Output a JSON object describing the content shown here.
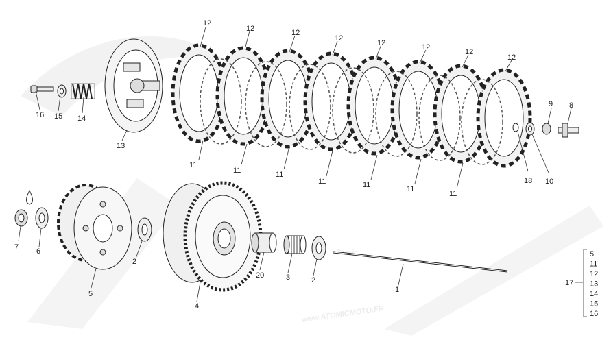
{
  "diagram": {
    "watermark": {
      "brand": "Tomic",
      "site": "www.ATOMICMOTO.FR"
    },
    "callouts": {
      "c1": "1",
      "c2a": "2",
      "c2b": "2",
      "c4": "4",
      "c5": "5",
      "c6": "6",
      "c7": "7",
      "c8": "8",
      "c9": "9",
      "c10": "10",
      "c11a": "11",
      "c11b": "11",
      "c11c": "11",
      "c11d": "11",
      "c11e": "11",
      "c11f": "11",
      "c11g": "11",
      "c12a": "12",
      "c12b": "12",
      "c12c": "12",
      "c12d": "12",
      "c12e": "12",
      "c12f": "12",
      "c12g": "12",
      "c12h": "12",
      "c13": "13",
      "c14": "14",
      "c15": "15",
      "c16": "16",
      "c18": "18",
      "c20": "20"
    },
    "kit": {
      "label": "17",
      "items": [
        "5",
        "11",
        "12",
        "13",
        "14",
        "15",
        "16"
      ]
    }
  }
}
